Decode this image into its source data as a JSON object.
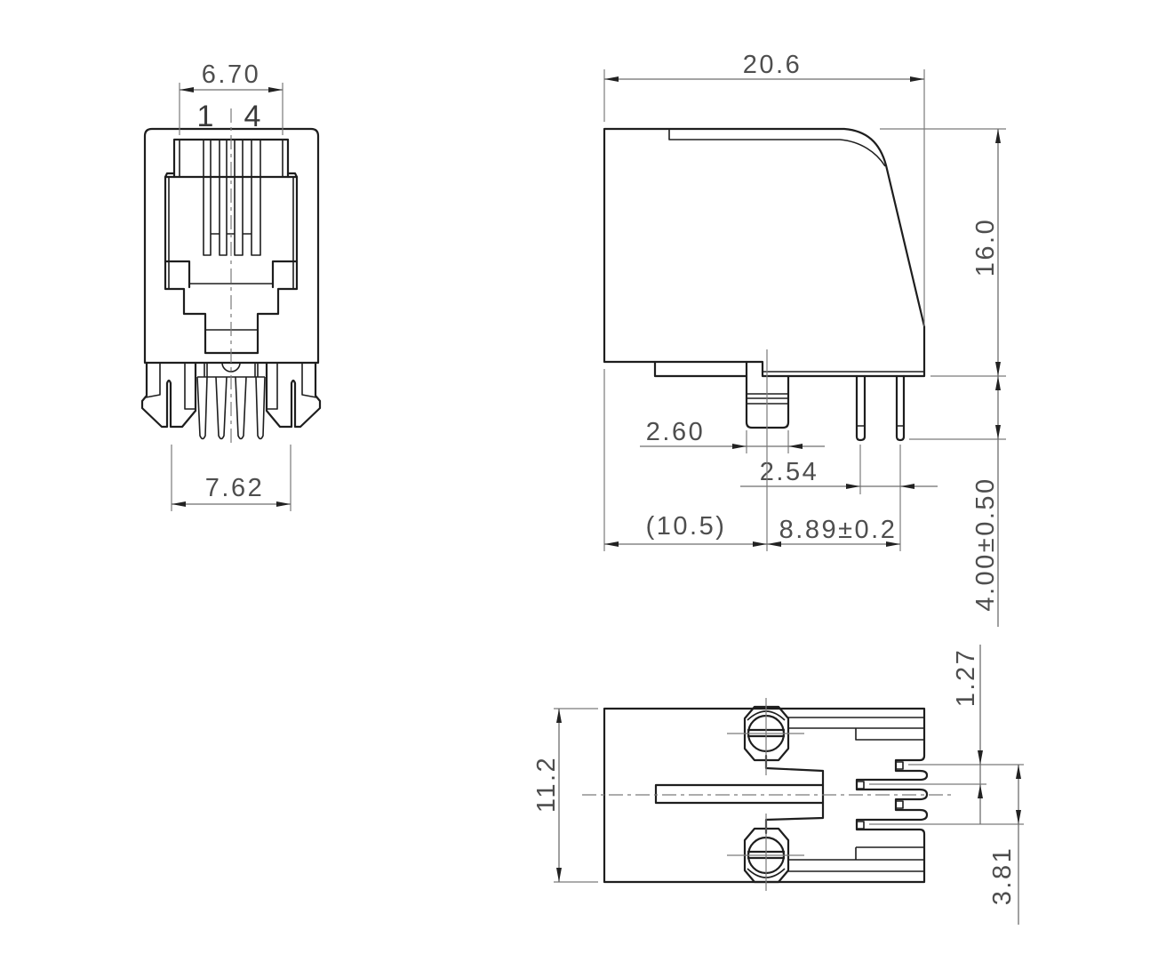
{
  "drawing": {
    "front_view": {
      "contact_span": "6.70",
      "contact_first_label": "1",
      "contact_last_label": "4",
      "pin_span": "7.62"
    },
    "side_view": {
      "overall_length": "20.6",
      "body_height": "16.0",
      "pin_length": "4.00±0.50",
      "peg_diameter": "2.60",
      "pin_pitch": "2.54",
      "peg_offset": "(10.5)",
      "peg_to_pin": "8.89±0.2"
    },
    "bottom_view": {
      "body_width": "11.2",
      "pin_row_offset": "1.27",
      "pin_row_span": "3.81"
    }
  },
  "colors": {
    "background": "#ffffff",
    "outline": "#1e1e1e",
    "dimension_line": "#6e6e6e",
    "dimension_text": "#4e4e4e"
  }
}
